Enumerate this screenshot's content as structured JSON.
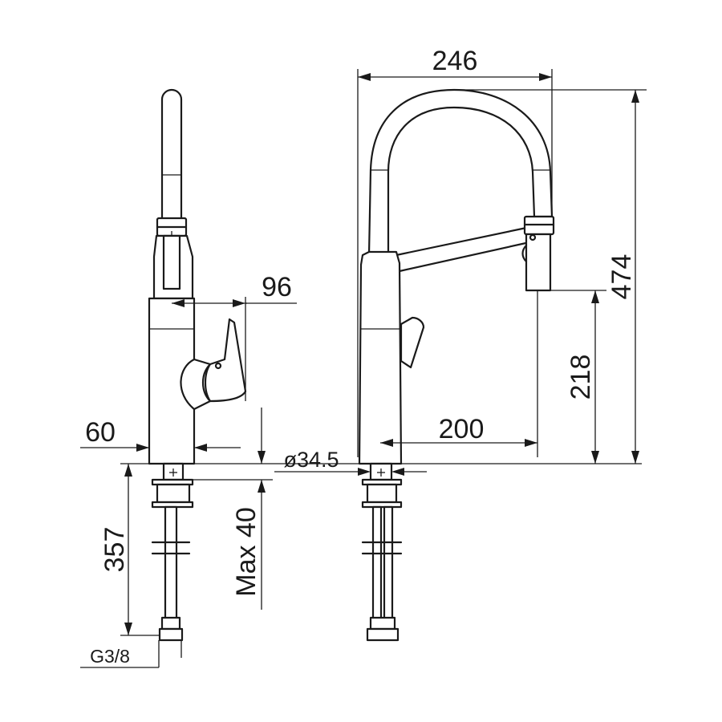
{
  "dimensions": {
    "total_width": "246",
    "total_height": "474",
    "spout_height": "218",
    "spout_reach": "200",
    "handle_projection": "96",
    "base_offset": "60",
    "base_diameter": "ø34.5",
    "below_counter": "357",
    "max_deck_thickness": "Max 40",
    "connection_thread": "G3/8"
  }
}
